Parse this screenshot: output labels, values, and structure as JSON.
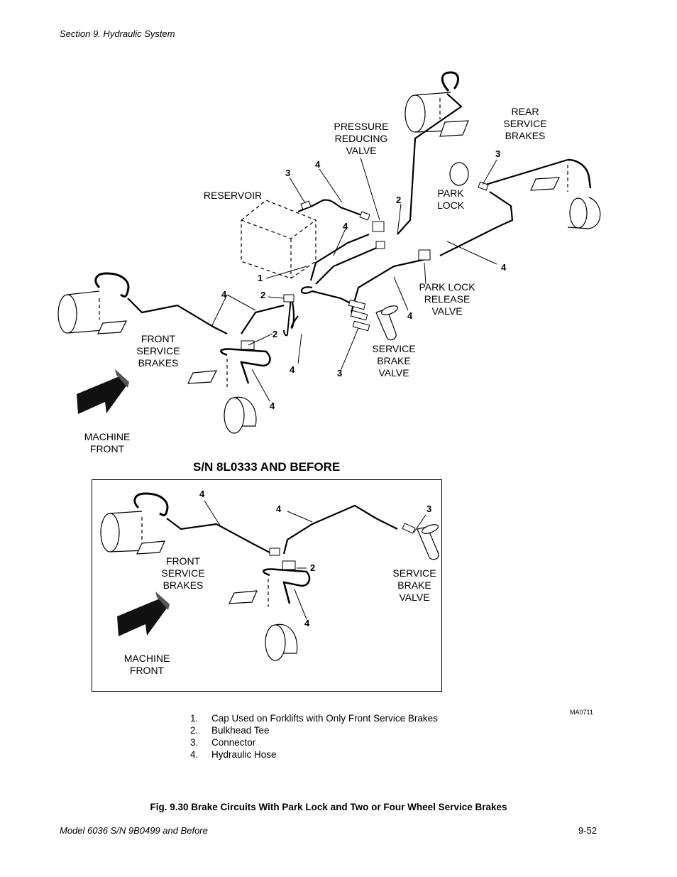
{
  "header": {
    "section": "Section 9.   Hydraulic System"
  },
  "footer": {
    "model": "Model 6036 S/N 9B0499 and Before",
    "page": "9-52"
  },
  "figure_code": "MA0711",
  "caption": "Fig. 9.30 Brake Circuits With Park Lock and Two or Four Wheel Service Brakes",
  "inset_title": "S/N 8L0333 AND BEFORE",
  "main_labels": {
    "pressure_reducing_valve": "PRESSURE\nREDUCING\nVALVE",
    "rear_service_brakes": "REAR\nSERVICE\nBRAKES",
    "reservoir": "RESERVOIR",
    "park_lock": "PARK\nLOCK",
    "park_lock_release_valve": "PARK LOCK\nRELEASE\nVALVE",
    "service_brake_valve": "SERVICE\nBRAKE\nVALVE",
    "front_service_brakes": "FRONT\nSERVICE\nBRAKES",
    "machine_front": "MACHINE\nFRONT"
  },
  "inset_labels": {
    "front_service_brakes": "FRONT\nSERVICE\nBRAKES",
    "service_brake_valve": "SERVICE\nBRAKE\nVALVE",
    "machine_front": "MACHINE\nFRONT"
  },
  "callout_numbers": {
    "n3a": "3",
    "n4a": "4",
    "n2a": "2",
    "n3b": "3",
    "n4b": "4",
    "n4c": "4",
    "n1": "1",
    "n4d": "4",
    "n2b": "2",
    "n2c": "2",
    "n4e": "4",
    "n3c": "3",
    "n4f": "4",
    "n4g": "4",
    "i4a": "4",
    "i4b": "4",
    "i3": "3",
    "i2": "2",
    "i4c": "4"
  },
  "legend": [
    {
      "num": "1.",
      "text": "Cap Used on Forklifts with Only Front Service Brakes"
    },
    {
      "num": "2.",
      "text": "Bulkhead Tee"
    },
    {
      "num": "3.",
      "text": "Connector"
    },
    {
      "num": "4.",
      "text": "Hydraulic Hose"
    }
  ]
}
